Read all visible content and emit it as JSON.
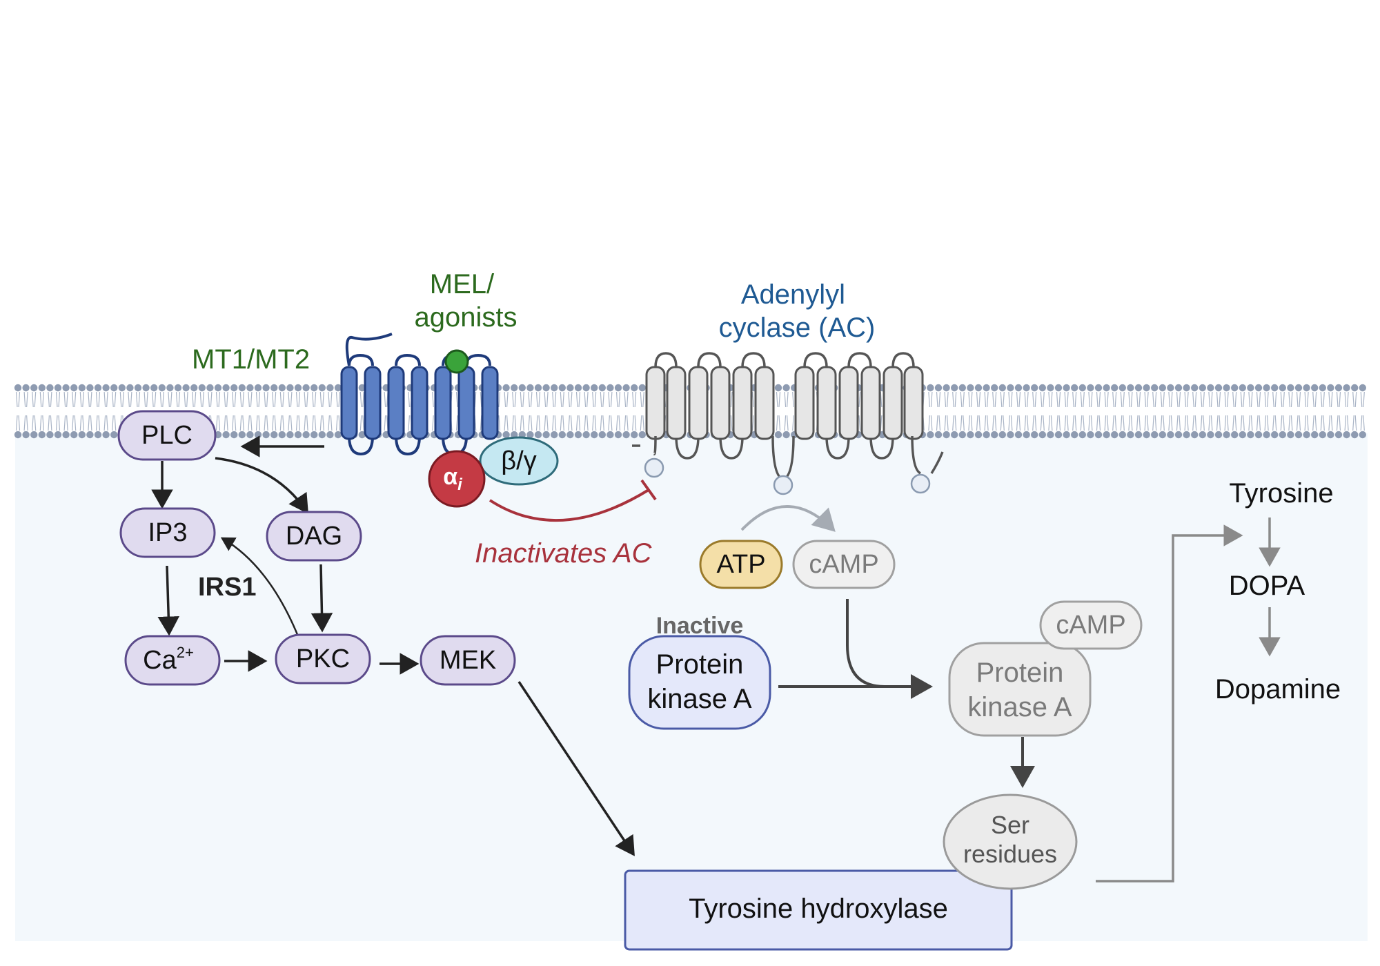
{
  "labels": {
    "mel_line1": "MEL/",
    "mel_line2": "agonists",
    "mt": "MT1/MT2",
    "ac_line1": "Adenylyl",
    "ac_line2": "cyclase (AC)",
    "beta_gamma": "β/γ",
    "alpha": "α",
    "alpha_sub": "i",
    "inactivates": "Inactivates AC",
    "irs1": "IRS1",
    "inactive": "Inactive",
    "pka_line1": "Protein",
    "pka_line2": "kinase A",
    "ser_line1": "Ser",
    "ser_line2": "residues",
    "tyrosine": "Tyrosine",
    "dopa": "DOPA",
    "dopamine": "Dopamine"
  },
  "nodes": {
    "plc": "PLC",
    "ip3": "IP3",
    "dag": "DAG",
    "ca": "Ca",
    "ca_sup": "2+",
    "pkc": "PKC",
    "mek": "MEK",
    "atp": "ATP",
    "camp": "cAMP",
    "camp2": "cAMP",
    "th": "Tyrosine hydroxylase"
  },
  "colors": {
    "cytoplasm": "#f3f8fc",
    "lipid_head": "#8e9bb1",
    "receptor_fill": "#5b7fc4",
    "receptor_stroke": "#1e3a7a",
    "ligand": "#3aa33a",
    "ac_fill": "#e6e6e6",
    "ac_stroke": "#555555",
    "green_text": "#2c6a1e",
    "blue_text": "#1f5a93",
    "red": "#a8323c",
    "purple_fill": "#e0dbef",
    "purple_stroke": "#5b4a8a",
    "pka_fill": "#e4e8fa",
    "pka_stroke": "#4a5aa6",
    "atp_fill": "#f4dfa8",
    "atp_stroke": "#9a7a2a",
    "th_fill": "#e4e8fa",
    "th_stroke": "#4a5aa6"
  }
}
